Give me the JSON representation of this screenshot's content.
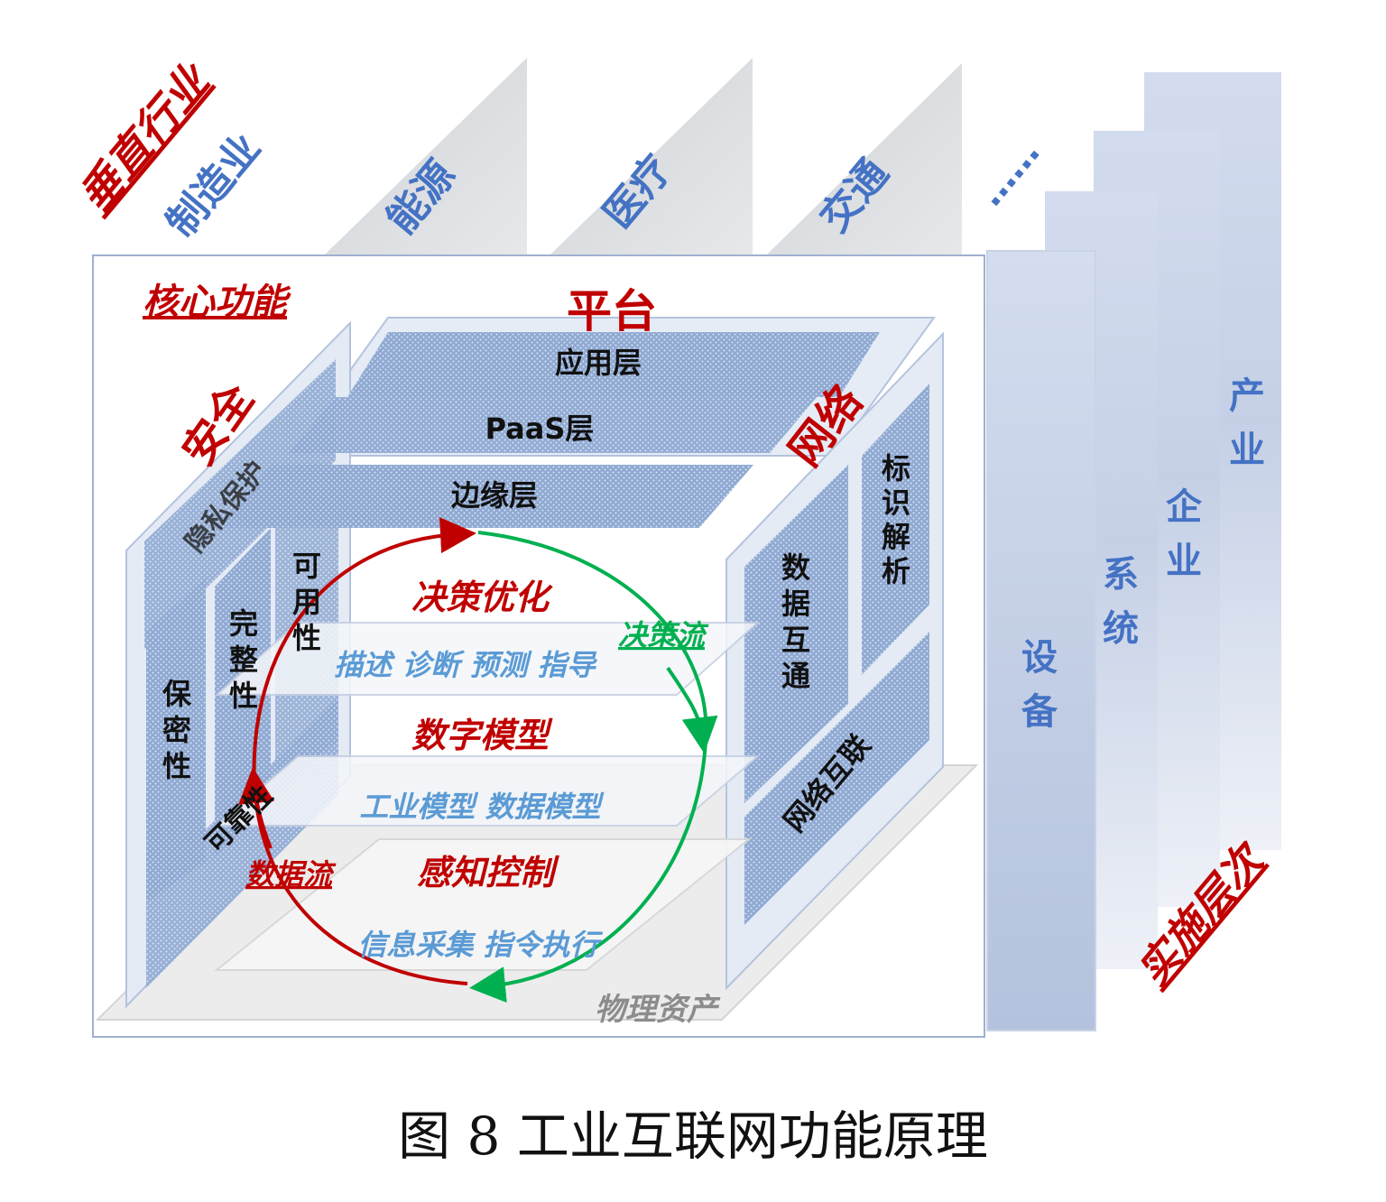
{
  "vertical": {
    "title": "垂直行业",
    "items": [
      "制造业",
      "能源",
      "医疗",
      "交通",
      "……"
    ]
  },
  "core": {
    "title": "核心功能",
    "platform": "平台",
    "security": "安全",
    "network": "网络"
  },
  "platform_layers": [
    "应用层",
    "PaaS层",
    "边缘层"
  ],
  "security_items": {
    "privacy": "隐私保护",
    "availability": "可用性",
    "integrity": "完整性",
    "confidentiality": "保密性",
    "reliability": "可靠性"
  },
  "network_items": {
    "identity": "标识解析",
    "data_interop": "数据互通",
    "interconnect": "网络互联"
  },
  "loop": {
    "decision_opt": "决策优化",
    "decision_sub": "描述 诊断 预测 指导",
    "digital_model": "数字模型",
    "model_sub": "工业模型  数据模型",
    "sense_control": "感知控制",
    "sense_sub": "信息采集 指令执行",
    "decision_flow": "决策流",
    "data_flow": "数据流",
    "physical": "物理资产"
  },
  "impl": {
    "title": "实施层次",
    "levels": [
      "设备",
      "系统",
      "企业",
      "产业"
    ]
  },
  "caption": "图 8  工业互联网功能原理",
  "colors": {
    "red": "#c00000",
    "blue": "#4472c4",
    "lightblue": "#5b9bd5",
    "green": "#00b050",
    "gray": "#7f7f7f",
    "panel": "#8eaad6"
  }
}
